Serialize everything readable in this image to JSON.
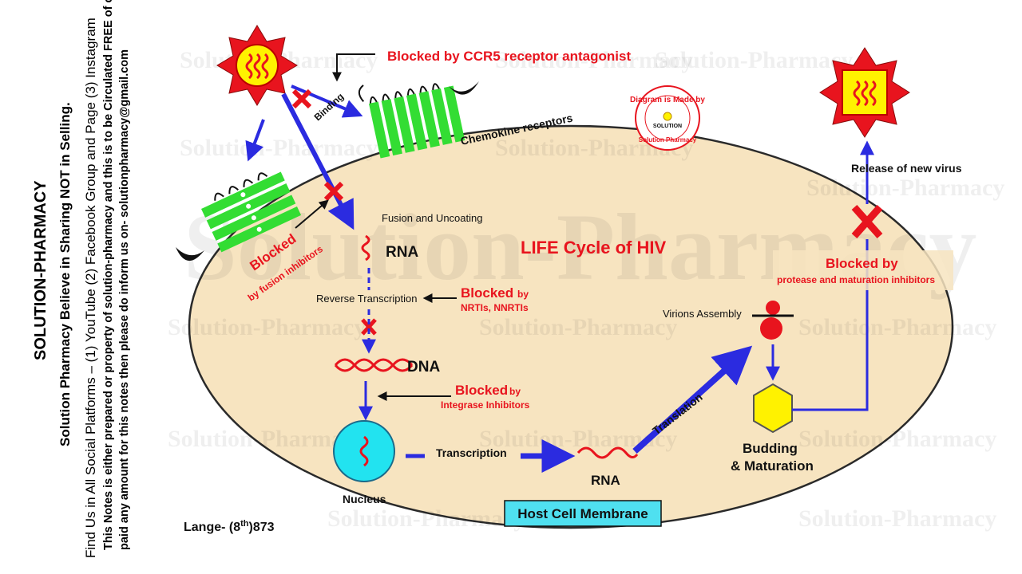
{
  "sidebar": {
    "brand": "SOLUTION-PHARMACY",
    "tagline": "Solution Pharmacy Believe in Sharing NOT in Selling.",
    "find_us": "Find Us in All Social Platforms – (1) YouTube (2) Facebook Group and Page (3) Instagram",
    "note_line1": "This Notes is either prepared or property of solution-pharmacy and this is to be Circulated FREE of cost. If you have",
    "note_line2": "paid any amount for this notes then please do inform us on- solutionpharmacy@gmail.com"
  },
  "watermark": {
    "small": "Solution-Pharmacy",
    "large": "Solution-Pharmacy"
  },
  "stamp": {
    "text": "Diagram is Made by",
    "brand": "SOLUTION",
    "arc": "Solution Pharmacy"
  },
  "diagram": {
    "title": "LIFE Cycle of HIV",
    "labels": {
      "ccr5_block": "Blocked by CCR5 receptor antagonist",
      "binding": "Binding",
      "chemokine": "Chemokine receptors",
      "fusion": "Fusion and Uncoating",
      "fusion_block_1": "Blocked",
      "fusion_block_2": "by fusion inhibitors",
      "rna_top": "RNA",
      "rev_trans": "Reverse Transcription",
      "nrti_block_1": "Blocked",
      "nrti_block_by": "by",
      "nrti_block_2": "NRTIs, NNRTIs",
      "dna": "DNA",
      "integrase_block_1": "Blocked",
      "integrase_block_by": "by",
      "integrase_block_2": "Integrase Inhibitors",
      "nucleus": "Nucleus",
      "transcription": "Transcription",
      "rna_bottom": "RNA",
      "translation": "Translation",
      "virions": "Virions Assembly",
      "budding_1": "Budding",
      "budding_2": "& Maturation",
      "release": "Release of new virus",
      "protease_block_1": "Blocked by",
      "protease_block_2": "protease and maturation inhibitors",
      "membrane": "Host Cell Membrane",
      "reference": "Lange- (8",
      "reference_sup": "th",
      "reference_end": ")873"
    }
  },
  "colors": {
    "cell": "#F7E4C0",
    "block_red": "#E8141E",
    "arrow_blue": "#2B2BE0",
    "receptor_green": "#33DD33",
    "virus_red": "#E8141E",
    "virus_yellow": "#FFF200",
    "nucleus_cyan": "#22E3F0",
    "membrane_box": "#4FE0F0"
  }
}
